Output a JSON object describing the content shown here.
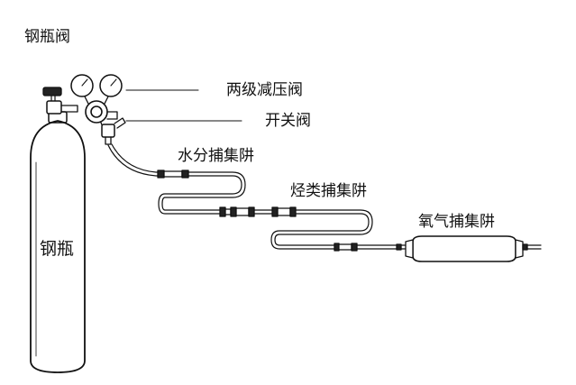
{
  "labels": {
    "cylinder_valve": "钢瓶阀",
    "two_stage_regulator": "两级减压阀",
    "switch_valve": "开关阀",
    "water_trap": "水分捕集阱",
    "hydrocarbon_trap": "烃类捕集阱",
    "oxygen_trap": "氧气捕集阱",
    "cylinder": "钢瓶"
  },
  "colors": {
    "line": "#111111",
    "background": "#ffffff"
  }
}
